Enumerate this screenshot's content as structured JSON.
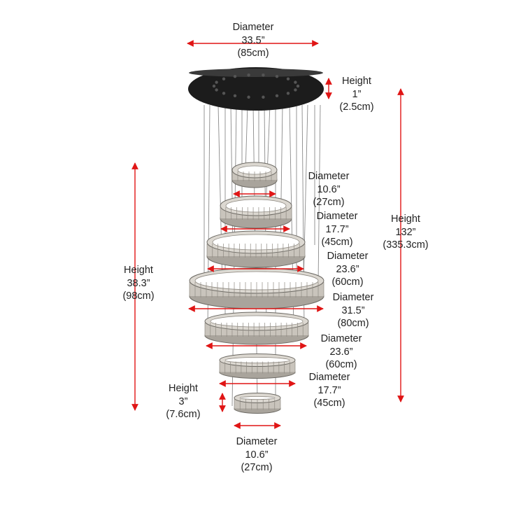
{
  "colors": {
    "arrow": "#e01515",
    "canopy": "#1c1c1c",
    "crystal": "#c9c4bc",
    "wire": "#8a8a8a",
    "text": "#222222"
  },
  "labels": {
    "canopy_diameter": {
      "title": "Diameter",
      "imperial": "33.5”",
      "metric": "(85cm)"
    },
    "canopy_height": {
      "title": "Height",
      "imperial": "1”",
      "metric": "(2.5cm)"
    },
    "ring1_diameter": {
      "title": "Diameter",
      "imperial": "10.6”",
      "metric": "(27cm)"
    },
    "ring2_diameter": {
      "title": "Diameter",
      "imperial": "17.7”",
      "metric": "(45cm)"
    },
    "ring3_diameter": {
      "title": "Diameter",
      "imperial": "23.6”",
      "metric": "(60cm)"
    },
    "ring4_diameter": {
      "title": "Diameter",
      "imperial": "31.5”",
      "metric": "(80cm)"
    },
    "ring5_diameter": {
      "title": "Diameter",
      "imperial": "23.6”",
      "metric": "(60cm)"
    },
    "ring6_diameter": {
      "title": "Diameter",
      "imperial": "17.7”",
      "metric": "(45cm)"
    },
    "bottom_ring_diameter": {
      "title": "Diameter",
      "imperial": "10.6”",
      "metric": "(27cm)"
    },
    "overall_height": {
      "title": "Height",
      "imperial": "132”",
      "metric": "(335.3cm)"
    },
    "rings_height": {
      "title": "Height",
      "imperial": "38.3”",
      "metric": "(98cm)"
    },
    "ring_height": {
      "title": "Height",
      "imperial": "3”",
      "metric": "(7.6cm)"
    }
  }
}
